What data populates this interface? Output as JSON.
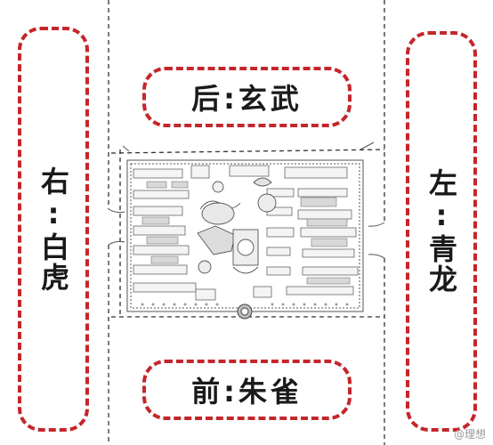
{
  "labels": {
    "back": "后:玄武",
    "front": "前:朱雀",
    "left_side": "左:青龙",
    "right_side": "右:白虎"
  },
  "watermark": "@理想",
  "colors": {
    "dashed_box": "#c4262b",
    "road_lines": "#333333",
    "plan_lines": "#555555"
  }
}
